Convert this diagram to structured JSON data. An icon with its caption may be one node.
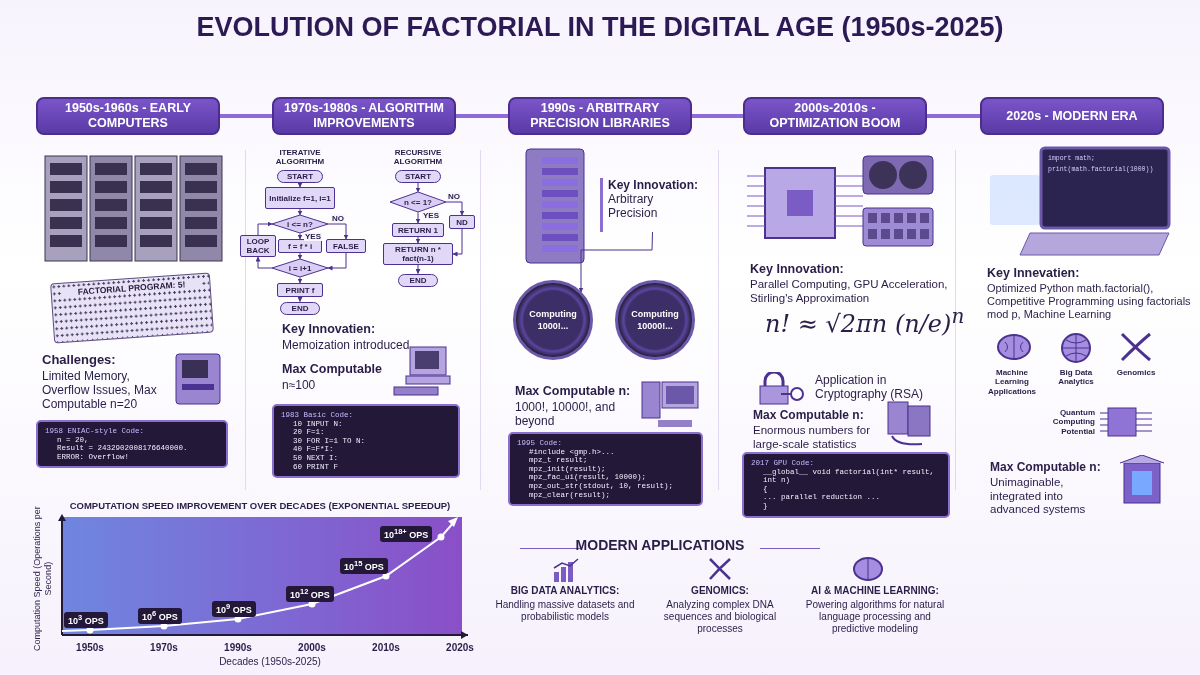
{
  "diagram": {
    "title": "EVOLUTION OF FACTORIAL IN THE DIGITAL AGE (1950s-2025)",
    "nodes": [
      {
        "text": [
          "1950s-1960s - EARLY COMPUTERS"
        ]
      },
      {
        "text": [
          "1970s-1980s - ALGORITHM IMPROVEMENTS"
        ]
      },
      {
        "text": [
          "1990s - ARBITRARY PRECISION LIBRARIES"
        ]
      },
      {
        "text": [
          "2000s-2010s - OPTIMIZATION BOOM"
        ]
      },
      {
        "text": [
          "2020s - MODERN ERA"
        ]
      },
      {
        "text": [
          "FACTORIAL PROGRAM: 5!"
        ]
      },
      {
        "text": [
          "1958 ENIAC-style Code:",
          "n = 20,",
          "Result = 2432902008176640000.",
          "ERROR: Overflow!"
        ]
      },
      {
        "text": [
          "START"
        ]
      },
      {
        "text": [
          "Initialize f=1, i=1"
        ]
      },
      {
        "text": [
          "i <= n?"
        ]
      },
      {
        "text": [
          "LOOP BACK"
        ]
      },
      {
        "text": [
          "f = f * i"
        ]
      },
      {
        "text": [
          "FALSE"
        ]
      },
      {
        "text": [
          "i = i+1"
        ]
      },
      {
        "text": [
          "PRINT f"
        ]
      },
      {
        "text": [
          "END"
        ]
      },
      {
        "text": [
          "START"
        ]
      },
      {
        "text": [
          "n <= 1?"
        ]
      },
      {
        "text": [
          "RETURN 1"
        ]
      },
      {
        "text": [
          "ND"
        ]
      },
      {
        "text": [
          "RETURN n * fact(n-1)"
        ]
      },
      {
        "text": [
          "END"
        ]
      },
      {
        "text": [
          "1983 Basic Code:",
          "10 INPUT N:",
          "20 F=1:",
          "30 FOR I=1 TO N:",
          "40 F=F*I:",
          "50 NEXT I:",
          "60 PRINT F"
        ]
      },
      {
        "text": [
          "Computing 1000!..."
        ]
      },
      {
        "text": [
          "Computing 10000!..."
        ]
      },
      {
        "text": [
          "1995 Code:",
          "#include <gmp.h>...",
          "mpz_t result;",
          "mpz_init(result);",
          "mpz_fac_ui(result, 10000);",
          "mpz_out_str(stdout, 10, result);",
          "mpz_clear(result);"
        ]
      },
      {
        "text": [
          "2017 GPU Code:",
          "__global__ void factorial(int* result, int n)",
          "{",
          "... parallel reduction ...",
          "}"
        ]
      },
      {
        "text": [
          "Key Innovation:",
          "Arbitrary Precision"
        ]
      }
    ],
    "edges": [
      {
        "from": 0,
        "to": 1,
        "arrow": "none",
        "style": "thick",
        "color": "#8e6bd8"
      },
      {
        "from": 1,
        "to": 2,
        "arrow": "none",
        "style": "thick",
        "color": "#8e6bd8"
      },
      {
        "from": 2,
        "to": 3,
        "arrow": "none",
        "style": "thick",
        "color": "#8e6bd8"
      },
      {
        "from": 3,
        "to": 4,
        "arrow": "none",
        "style": "thick",
        "color": "#8e6bd8"
      },
      {
        "from": 7,
        "to": 8,
        "arrow": "to"
      },
      {
        "from": 8,
        "to": 9,
        "arrow": "to"
      },
      {
        "from": 9,
        "to": 11,
        "arrow": "to",
        "label": "YES"
      },
      {
        "from": 9,
        "to": 12,
        "arrow": "to",
        "label": "NO"
      },
      {
        "from": 11,
        "to": 13,
        "arrow": "to"
      },
      {
        "from": 12,
        "to": 13,
        "arrow": "to"
      },
      {
        "from": 13,
        "to": 10,
        "arrow": "to"
      },
      {
        "from": 10,
        "to": 9,
        "arrow": "to"
      },
      {
        "from": 13,
        "to": 14,
        "arrow": "to"
      },
      {
        "from": 14,
        "to": 15,
        "arrow": "to"
      },
      {
        "from": 16,
        "to": 17,
        "arrow": "to"
      },
      {
        "from": 17,
        "to": 18,
        "arrow": "to",
        "label": "YES"
      },
      {
        "from": 17,
        "to": 19,
        "arrow": "to",
        "label": "NO"
      },
      {
        "from": 18,
        "to": 20,
        "arrow": "to"
      },
      {
        "from": 19,
        "to": 20,
        "arrow": "to"
      },
      {
        "from": 20,
        "to": 21,
        "arrow": "to"
      },
      {
        "from": 27,
        "to": 23,
        "arrow": "to"
      }
    ],
    "labels": [
      "Challenges:",
      "Limited Memory, Overflow Issues, Max Computable n=20",
      "ITERATIVE ALGORITHM",
      "RECURSIVE ALGORITHM",
      "Key Innovatien:",
      "Memoization introduced",
      "Max Computable",
      "n≈100",
      "Max Computable n:",
      "1000!, 10000!, and beyond",
      "Key Innovation:",
      "Parallel Computing, GPU Acceleration, Stirling's Approximation",
      "n! ≈ √2πn (n/e)$^{n}$",
      "Application in Cryptography (RSA)",
      "Max Computable n:",
      "Enormous numbers for large-scale statistics",
      "import math;",
      "print(math.factorial(1000))",
      "Key Innevatien:",
      "Optimized Python math.factorial(), Competitive Programming using factorials mod p, Machine Learning",
      "Machine Learning Applications",
      "Big Data Analytics",
      "Genomics",
      "Quantum Computing Potential",
      "Max Computable n:",
      "Unimaginable, integrated into advanced systems",
      "COMPUTATION SPEED IMPROVEMENT OVER DECADES (EXPONENTIAL SPEEDUP)",
      "Computation Speed (Operations per Second)",
      "10$^{3}$ OPS",
      "10$^{6}$ OPS",
      "10$^{9}$ OPS",
      "10$^{12}$ OPS",
      "10$^{15}$ OPS",
      "10$^{18+}$ OPS",
      "1950s",
      "1970s",
      "1990s",
      "2000s",
      "2010s",
      "2020s",
      "Decades (1950s-2025)",
      "MODERN APPLICATIONS",
      "BIG DATA ANALYTICS:",
      "Handling massive datasets and probabilistic models",
      "GENOMICS:",
      "Analyzing complex DNA sequences and biological processes",
      "AI & MACHINE LEARNING:",
      "Powering algorithms for natural language processing and predictive modeling"
    ]
  }
}
